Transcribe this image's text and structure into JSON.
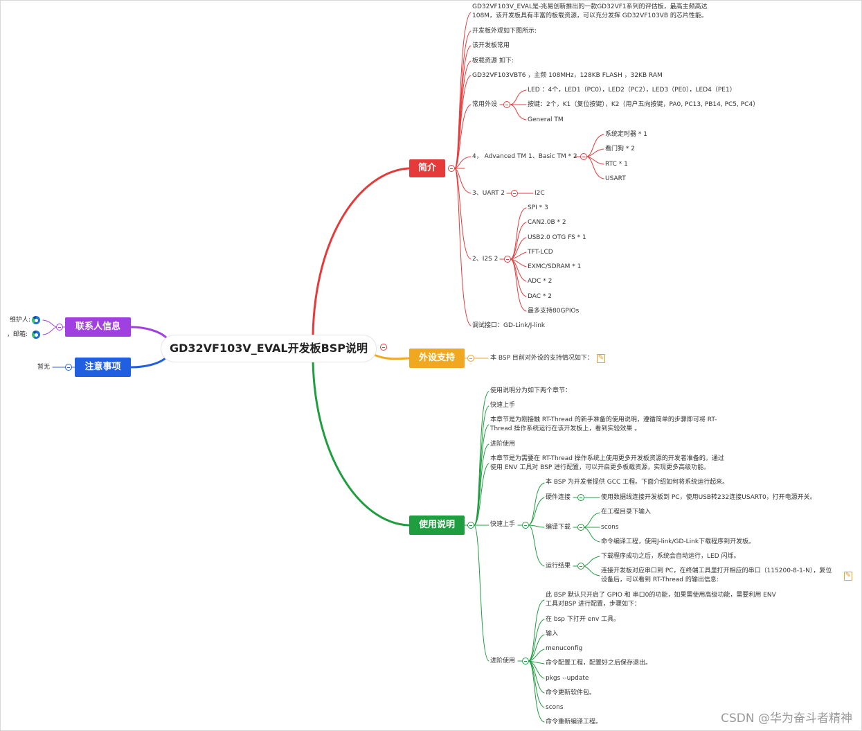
{
  "root": {
    "title": "GD32VF103V_EVAL开发板BSP说明"
  },
  "branches": {
    "intro": {
      "label": "简介",
      "color": "#e63a3a"
    },
    "peripheral": {
      "label": "外设支持",
      "color": "#f0a820"
    },
    "usage": {
      "label": "使用说明",
      "color": "#1f9e3f"
    },
    "contact": {
      "label": "联系人信息",
      "color": "#a040e0"
    },
    "notes": {
      "label": "注意事项",
      "color": "#2060e0"
    }
  },
  "intro": {
    "desc1": "GD32VF103V_EVAL是-兆易创新推出的一款GD32VF1系列的评估板，最高主频高达",
    "desc2": "108M，该开发板具有丰富的板载资源，可以充分发挥 GD32VF103VB 的芯片性能。",
    "look": "开发板外观如下图所示:",
    "common": "该开发板常用",
    "onboard": "板载资源 如下:",
    "mcu": "GD32VF103VBT6 ，主频 108MHz，128KB FLASH ，32KB RAM",
    "periph_label": "常用外设",
    "led": "LED ：4个，LED1（PC0），LED2（PC2），LED3（PE0），LED4（PE1）",
    "keys": "按键：2个，K1（复位按键），K2（用户五向按键，PA0, PC13, PB14, PC5, PC4）",
    "gtm": "General TM",
    "tm_label": "4， Advanced TM 1、Basic TM * 2",
    "systick": "系统定时器 * 1",
    "wdg": "看门狗 * 2",
    "rtc": "RTC * 1",
    "usart": "USART",
    "uart_label": "3、UART 2",
    "i2c": "I2C",
    "i2s_label": "2、I2S 2",
    "spi": "SPI * 3",
    "can": "CAN2.0B * 2",
    "usb": "USB2.0 OTG FS * 1",
    "tft": "TFT-LCD",
    "exmc": "EXMC/SDRAM * 1",
    "adc": "ADC * 2",
    "dac": "DAC * 2",
    "gpio": "最多支持80GPIOs",
    "debug": "调试接口：GD-Link/J-link"
  },
  "peripheral": {
    "text": "本 BSP 目前对外设的支持情况如下："
  },
  "usage": {
    "two": "使用说明分为如下两个章节：",
    "quick": "快速上手",
    "quick_desc1": "本章节是为刚接触 RT-Thread 的新手准备的使用说明，遵循简单的步骤即可将 RT-",
    "quick_desc2": "Thread 操作系统运行在该开发板上，看到实验效果 。",
    "adv": "进阶使用",
    "adv_desc1": "本章节是为需要在 RT-Thread 操作系统上使用更多开发板资源的开发者准备的。通过",
    "adv_desc2": "使用 ENV 工具对 BSP 进行配置，可以开启更多板载资源，实现更多高级功能。",
    "qs_label": "快速上手",
    "qs_gcc": "本 BSP 为开发者提供 GCC 工程。下面介绍如何将系统运行起来。",
    "hw_label": "硬件连接",
    "hw_text": "使用数据线连接开发板到 PC，使用USB转232连接USART0，打开电源开关。",
    "build_label": "编译下载",
    "build_1": "在工程目录下输入",
    "build_2": "scons",
    "build_3": "命令编译工程，使用J-link/GD-Link下载程序到开发板。",
    "run_label": "运行结果",
    "run_1": "下载程序成功之后，系统会自动运行，LED 闪烁。",
    "run_2a": "连接开发板对应串口到 PC，在终端工具里打开相应的串口（115200-8-1-N），复位",
    "run_2b": "设备后，可以看到 RT-Thread 的输出信息:",
    "au_label": "进阶使用",
    "au_1a": "此 BSP 默认只开启了 GPIO 和 串口0的功能，如果需使用高级功能，需要利用 ENV",
    "au_1b": "工具对BSP 进行配置，步骤如下：",
    "au_2": "在 bsp 下打开 env 工具。",
    "au_3": "输入",
    "au_4": "menuconfig",
    "au_5": "命令配置工程，配置好之后保存退出。",
    "au_6": "pkgs --update",
    "au_7": "命令更新软件包。",
    "au_8": "scons",
    "au_9": "命令重新编译工程。"
  },
  "contact": {
    "maintainer": "维护人:",
    "email": "，邮箱:"
  },
  "notes": {
    "text": "暂无"
  },
  "icons": {
    "contact": "edge-browser-icon",
    "note": "note-icon"
  },
  "watermark": "CSDN @华为奋斗者精神"
}
